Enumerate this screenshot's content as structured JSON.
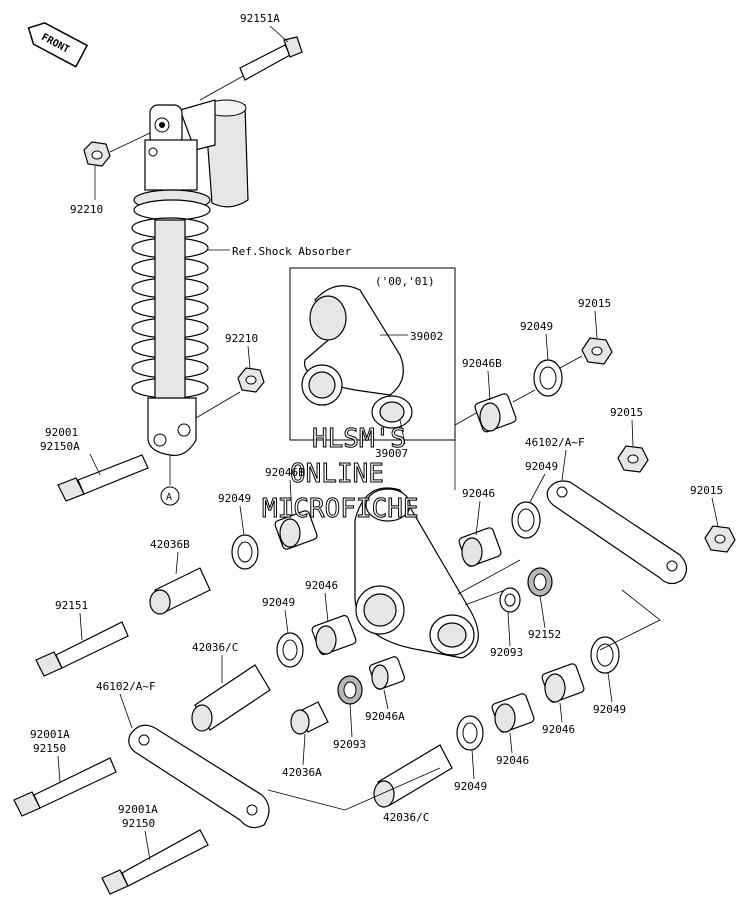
{
  "front_arrow": {
    "label": "FRONT"
  },
  "watermark": {
    "lines": [
      "HLSM'S",
      "ONLINE",
      "MICROFICHE"
    ]
  },
  "inset": {
    "years": "('00,'01)"
  },
  "ref_label": "A",
  "labels": [
    {
      "id": "l01",
      "text": "92151A"
    },
    {
      "id": "l02",
      "text": "92210"
    },
    {
      "id": "l03",
      "text": "Ref.Shock Absorber"
    },
    {
      "id": "l04",
      "text": "92210"
    },
    {
      "id": "l05",
      "text": "92001"
    },
    {
      "id": "l06",
      "text": "92150A"
    },
    {
      "id": "l07",
      "text": "39002"
    },
    {
      "id": "l08",
      "text": "39007"
    },
    {
      "id": "l09",
      "text": "92015"
    },
    {
      "id": "l10",
      "text": "92049"
    },
    {
      "id": "l11",
      "text": "92046B"
    },
    {
      "id": "l12",
      "text": "92015"
    },
    {
      "id": "l13",
      "text": "46102/A~F"
    },
    {
      "id": "l14",
      "text": "92049"
    },
    {
      "id": "l15",
      "text": "92015"
    },
    {
      "id": "l16",
      "text": "92046B"
    },
    {
      "id": "l17",
      "text": "92049"
    },
    {
      "id": "l18",
      "text": "92046"
    },
    {
      "id": "l19",
      "text": "42036B"
    },
    {
      "id": "l20",
      "text": "92151"
    },
    {
      "id": "l21",
      "text": "92049"
    },
    {
      "id": "l22",
      "text": "92046"
    },
    {
      "id": "l23",
      "text": "42036/C"
    },
    {
      "id": "l24",
      "text": "92093"
    },
    {
      "id": "l25",
      "text": "92152"
    },
    {
      "id": "l26",
      "text": "92049"
    },
    {
      "id": "l27",
      "text": "46102/A~F"
    },
    {
      "id": "l28",
      "text": "92046"
    },
    {
      "id": "l29",
      "text": "92001A"
    },
    {
      "id": "l30",
      "text": "92150"
    },
    {
      "id": "l31",
      "text": "92093"
    },
    {
      "id": "l32",
      "text": "92046A"
    },
    {
      "id": "l33",
      "text": "42036A"
    },
    {
      "id": "l34",
      "text": "92046"
    },
    {
      "id": "l35",
      "text": "92049"
    },
    {
      "id": "l36",
      "text": "92001A"
    },
    {
      "id": "l37",
      "text": "92150"
    },
    {
      "id": "l38",
      "text": "42036/C"
    }
  ]
}
